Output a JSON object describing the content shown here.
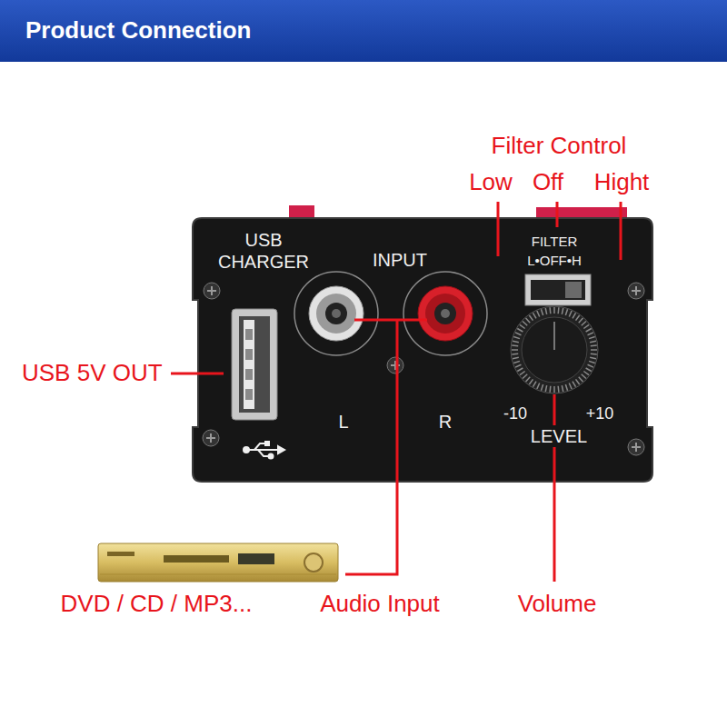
{
  "diagram": {
    "title": "Product Connection",
    "nodes": [
      {
        "text": [
          "USB CHARGER",
          "INPUT",
          "FILTER L•OFF•H",
          "L",
          "R",
          "-10",
          "+10",
          "LEVEL"
        ]
      }
    ],
    "labels": [
      "Filter Control",
      "Low",
      "Off",
      "Hight",
      "USB 5V OUT",
      "DVD / CD / MP3...",
      "Audio Input",
      "Volume"
    ]
  }
}
